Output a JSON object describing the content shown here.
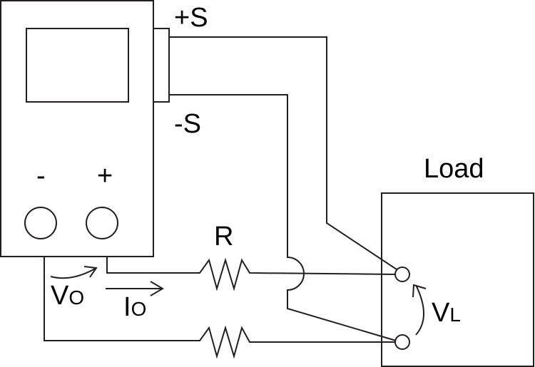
{
  "labels": {
    "plus_sense": "+S",
    "minus_sense": "-S",
    "minus_terminal": "-",
    "plus_terminal": "+",
    "load": "Load",
    "resistor": "R",
    "vo_main": "V",
    "vo_sub": "O",
    "io_main": "I",
    "io_sub": "O",
    "vl_main": "V",
    "vl_sub": "L"
  },
  "colors": {
    "line": "#231f20"
  }
}
